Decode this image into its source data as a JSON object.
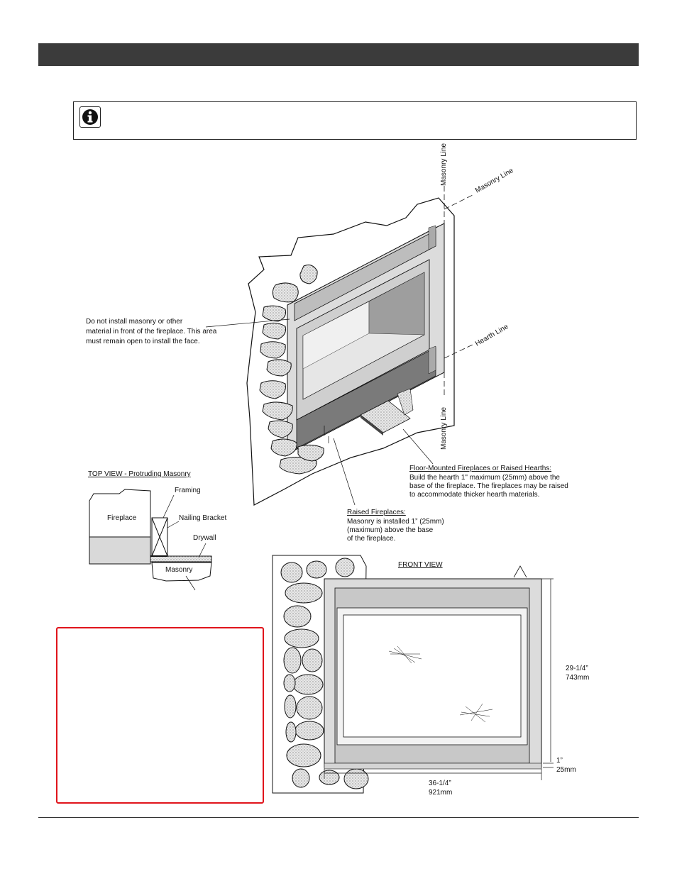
{
  "main_drawing": {
    "masonry_line_top": "Masonry Line",
    "masonry_line_diag": "Masonry Line",
    "hearth_line": "Hearth Line",
    "masonry_line_bottom": "Masonry Line",
    "front_note": [
      "Do not install masonry or other",
      "material in front of the fireplace. This area",
      "must remain open to install the face."
    ],
    "floor_mounted": {
      "title": "Floor-Mounted Fireplaces or Raised Hearths:",
      "lines": [
        "Build the hearth 1\" maximum (25mm) above the",
        "base of the fireplace. The fireplaces may be raised",
        "to accommodate thicker hearth materials."
      ]
    },
    "raised": {
      "title": "Raised Fireplaces:",
      "lines": [
        "Masonry is installed 1” (25mm)",
        "(maximum) above the base",
        "of the fireplace."
      ]
    }
  },
  "top_view": {
    "title": "TOP VIEW - Protruding Masonry",
    "fireplace": "Fireplace",
    "framing": "Framing",
    "nailing_bracket": "Nailing Bracket",
    "drywall": "Drywall",
    "masonry": "Masonry"
  },
  "front_view": {
    "title": "FRONT VIEW",
    "height_in": "29-1/4”",
    "height_mm": "743mm",
    "gap_in": "1”",
    "gap_mm": "25mm",
    "width_in": "36-1/4”",
    "width_mm": "921mm"
  }
}
